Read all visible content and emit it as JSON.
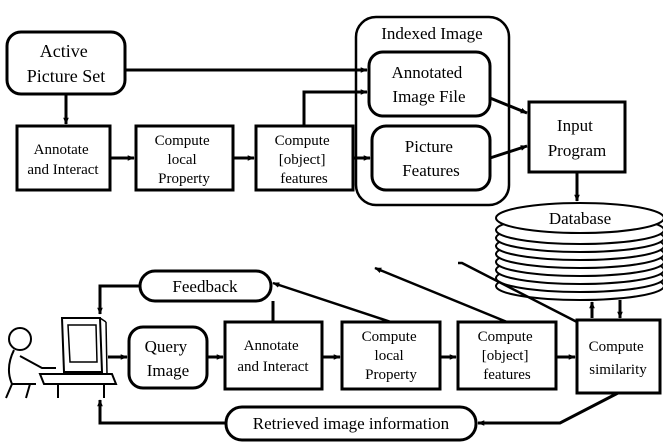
{
  "nodes": {
    "active_picture_set": [
      "Active",
      "Picture Set"
    ],
    "annotate_top": [
      "Annotate",
      "and Interact"
    ],
    "compute_local_top": [
      "Compute",
      "local",
      "Property"
    ],
    "compute_object_top": [
      "Compute",
      "[object]",
      "features"
    ],
    "indexed_image_title": "Indexed Image",
    "annotated_image_file": [
      "Annotated",
      "Image File"
    ],
    "picture_features": [
      "Picture",
      "Features"
    ],
    "input_program": [
      "Input",
      "Program"
    ],
    "database": "Database",
    "feedback": "Feedback",
    "query_image": [
      "Query",
      "Image"
    ],
    "annotate_bottom": [
      "Annotate",
      "and Interact"
    ],
    "compute_local_bottom": [
      "Compute",
      "local",
      "Property"
    ],
    "compute_object_bottom": [
      "Compute",
      "[object]",
      "features"
    ],
    "compute_similarity": [
      "Compute",
      "similarity"
    ],
    "retrieved_info": "Retrieved image information"
  },
  "user_icon": "user-at-computer-icon"
}
